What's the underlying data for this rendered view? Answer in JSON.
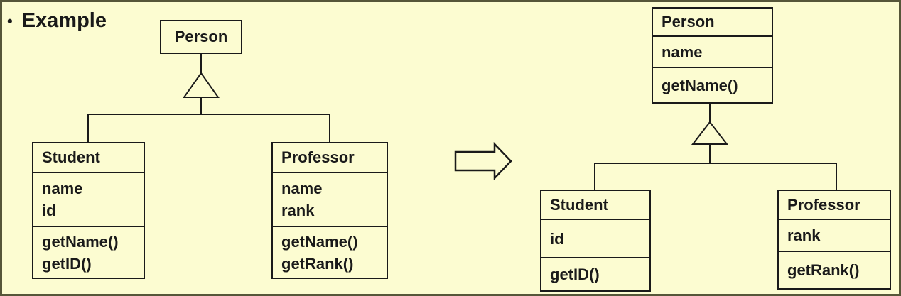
{
  "slide_title": {
    "bullet": "•",
    "text": "Example"
  },
  "before_diagram": {
    "person": {
      "name": "Person"
    },
    "student": {
      "name": "Student",
      "attributes": [
        "name",
        "id"
      ],
      "methods": [
        "getName()",
        "getID()"
      ]
    },
    "professor": {
      "name": "Professor",
      "attributes": [
        "name",
        "rank"
      ],
      "methods": [
        "getName()",
        "getRank()"
      ]
    }
  },
  "after_diagram": {
    "person": {
      "name": "Person",
      "attributes": [
        "name"
      ],
      "methods": [
        "getName()"
      ]
    },
    "student": {
      "name": "Student",
      "attributes": [
        "id"
      ],
      "methods": [
        "getID()"
      ]
    },
    "professor": {
      "name": "Professor",
      "attributes": [
        "rank"
      ],
      "methods": [
        "getRank()"
      ]
    }
  },
  "colors": {
    "background": "#FCFCD1",
    "frame_border": "#565639",
    "line": "#1A1A1A",
    "text": "#1A1A1A"
  }
}
